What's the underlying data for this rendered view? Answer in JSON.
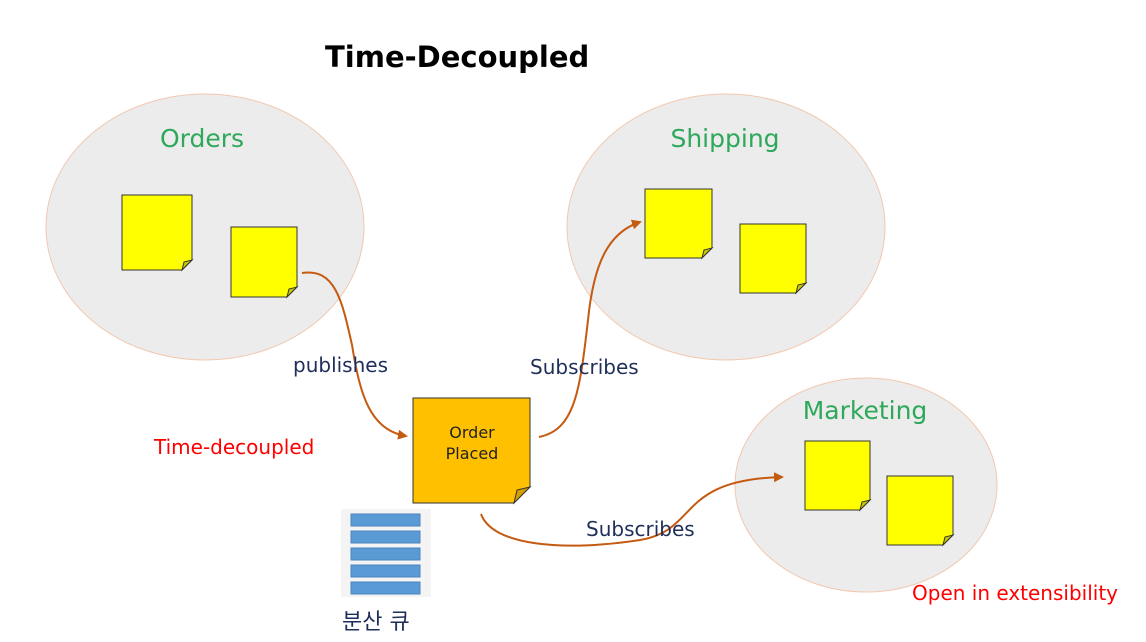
{
  "title": "Time-Decoupled",
  "contexts": {
    "orders": "Orders",
    "shipping": "Shipping",
    "marketing": "Marketing"
  },
  "event": {
    "line1": "Order",
    "line2": "Placed"
  },
  "edges": {
    "publishes": "publishes",
    "subscribes_shipping": "Subscribes",
    "subscribes_marketing": "Subscribes"
  },
  "notes": {
    "time_decoupled": "Time-decoupled",
    "open_extensibility": "Open in extensibility"
  },
  "queue": {
    "label": "분산 큐"
  },
  "colors": {
    "context_fill": "#ececec",
    "context_border": "#f2c8ae",
    "sticky": "#ffff00",
    "event_sticky": "#ffc000",
    "arrow": "#c55a11",
    "queue": "#5b9bd5",
    "context_text": "#2ea85a",
    "note_text": "#ff0000"
  }
}
